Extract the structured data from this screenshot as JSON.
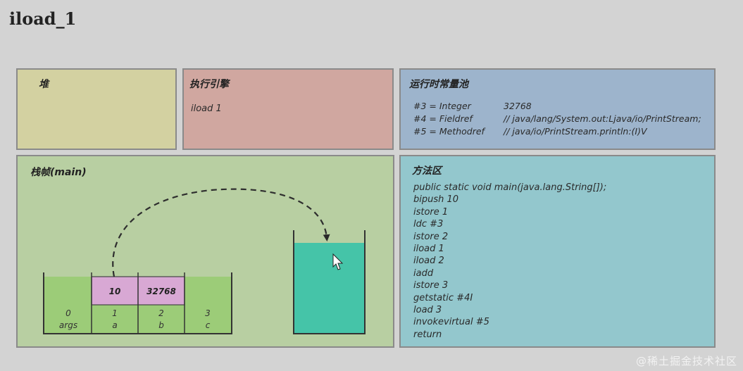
{
  "title": "iload_1",
  "heap": {
    "title": "堆"
  },
  "engine": {
    "title": "执行引擎",
    "current": "iload 1"
  },
  "pool": {
    "title": "运行时常量池",
    "entries": [
      {
        "key": "#3 = Integer",
        "value": "32768"
      },
      {
        "key": "#4 = Fieldref",
        "value": "// java/lang/System.out:Ljava/io/PrintStream;"
      },
      {
        "key": "#5 = Methodref",
        "value": "// java/io/PrintStream.println:(I)V"
      }
    ]
  },
  "frame": {
    "title": "栈帧(main)",
    "locals": [
      {
        "index": "0",
        "name": "args",
        "value": ""
      },
      {
        "index": "1",
        "name": "a",
        "value": "10"
      },
      {
        "index": "2",
        "name": "b",
        "value": "32768"
      },
      {
        "index": "3",
        "name": "c",
        "value": ""
      }
    ]
  },
  "method": {
    "title": "方法区",
    "lines": [
      "public static void main(java.lang.String[]);",
      "bipush 10",
      "istore 1",
      "ldc #3",
      "istore 2",
      "iload 1",
      "iload 2",
      "iadd",
      "istore 3",
      "getstatic #4I",
      "load 3",
      "invokevirtual #5",
      "return"
    ]
  },
  "watermark": "@稀土掘金技术社区",
  "colors": {
    "heap": "#d3d1a1",
    "engine": "#d0a7a0",
    "pool": "#9db4cc",
    "frame": "#b8cfa2",
    "method": "#93c7cd",
    "local_var_fill": "#9ccc78",
    "local_value_fill": "#d8a8d4",
    "operand_stack_fill": "#45c4a8"
  }
}
